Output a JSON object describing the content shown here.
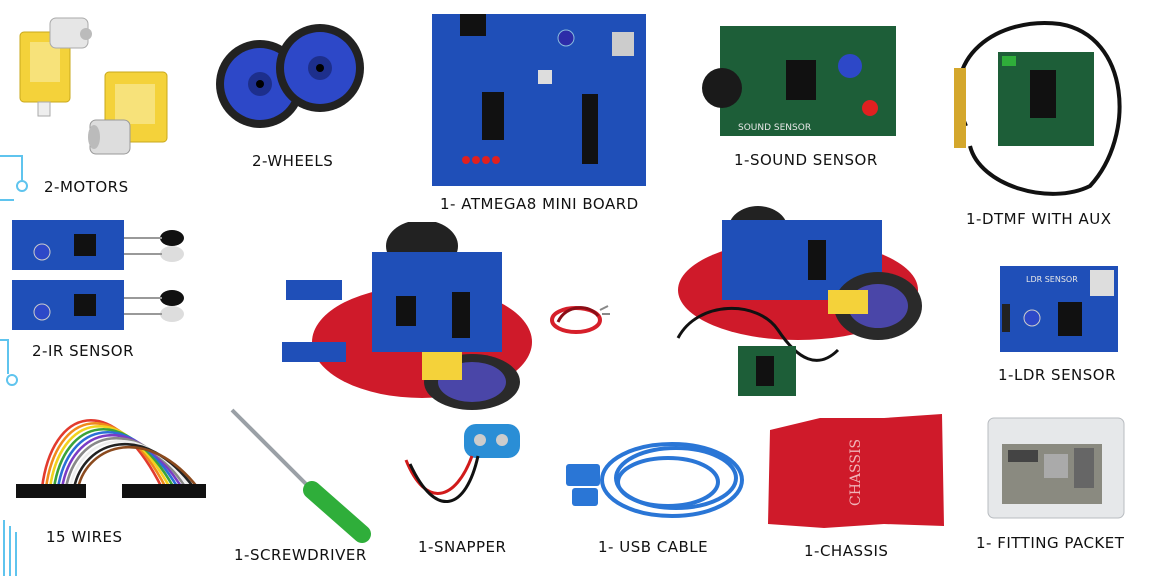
{
  "items": [
    {
      "id": "motors",
      "label": "2-MOTORS"
    },
    {
      "id": "wheels",
      "label": "2-WHEELS"
    },
    {
      "id": "board",
      "label": "1- ATMEGA8 MINI BOARD"
    },
    {
      "id": "sound",
      "label": "1-SOUND SENSOR"
    },
    {
      "id": "dtmf",
      "label": "1-DTMF WITH AUX"
    },
    {
      "id": "ir",
      "label": "2-IR SENSOR"
    },
    {
      "id": "ldr",
      "label": "1-LDR SENSOR"
    },
    {
      "id": "wires",
      "label": "15 WIRES"
    },
    {
      "id": "screwdriver",
      "label": "1-SCREWDRIVER"
    },
    {
      "id": "snapper",
      "label": "1-SNAPPER"
    },
    {
      "id": "usb",
      "label": "1- USB CABLE"
    },
    {
      "id": "chassis",
      "label": "1-CHASSIS"
    },
    {
      "id": "fitting",
      "label": "1- FITTING PACKET"
    }
  ],
  "imprints": {
    "sound_sensor": "SOUND SENSOR",
    "ldr_sensor": "LDR SENSOR",
    "chassis": "CHASSIS"
  },
  "colors": {
    "pcb_blue": "#1f4fb8",
    "pcb_green": "#1d5e38",
    "chassis_red": "#cf1a2a",
    "motor_yellow": "#f4d23a",
    "wheel_blue": "#2d48c8",
    "usb_blue": "#2a76d6",
    "screwdriver_green": "#2fae3a",
    "deco_blue": "#5fc4ee"
  },
  "icons": [
    "motor-icon",
    "wheel-icon",
    "atmega8-board-icon",
    "sound-sensor-icon",
    "dtmf-module-icon",
    "ir-sensor-icon",
    "ldr-sensor-icon",
    "jumper-wires-icon",
    "screwdriver-icon",
    "battery-snapper-icon",
    "usb-cable-icon",
    "chassis-plate-icon",
    "fitting-packet-icon",
    "assembled-robot-icon",
    "brand-logo-icon"
  ]
}
